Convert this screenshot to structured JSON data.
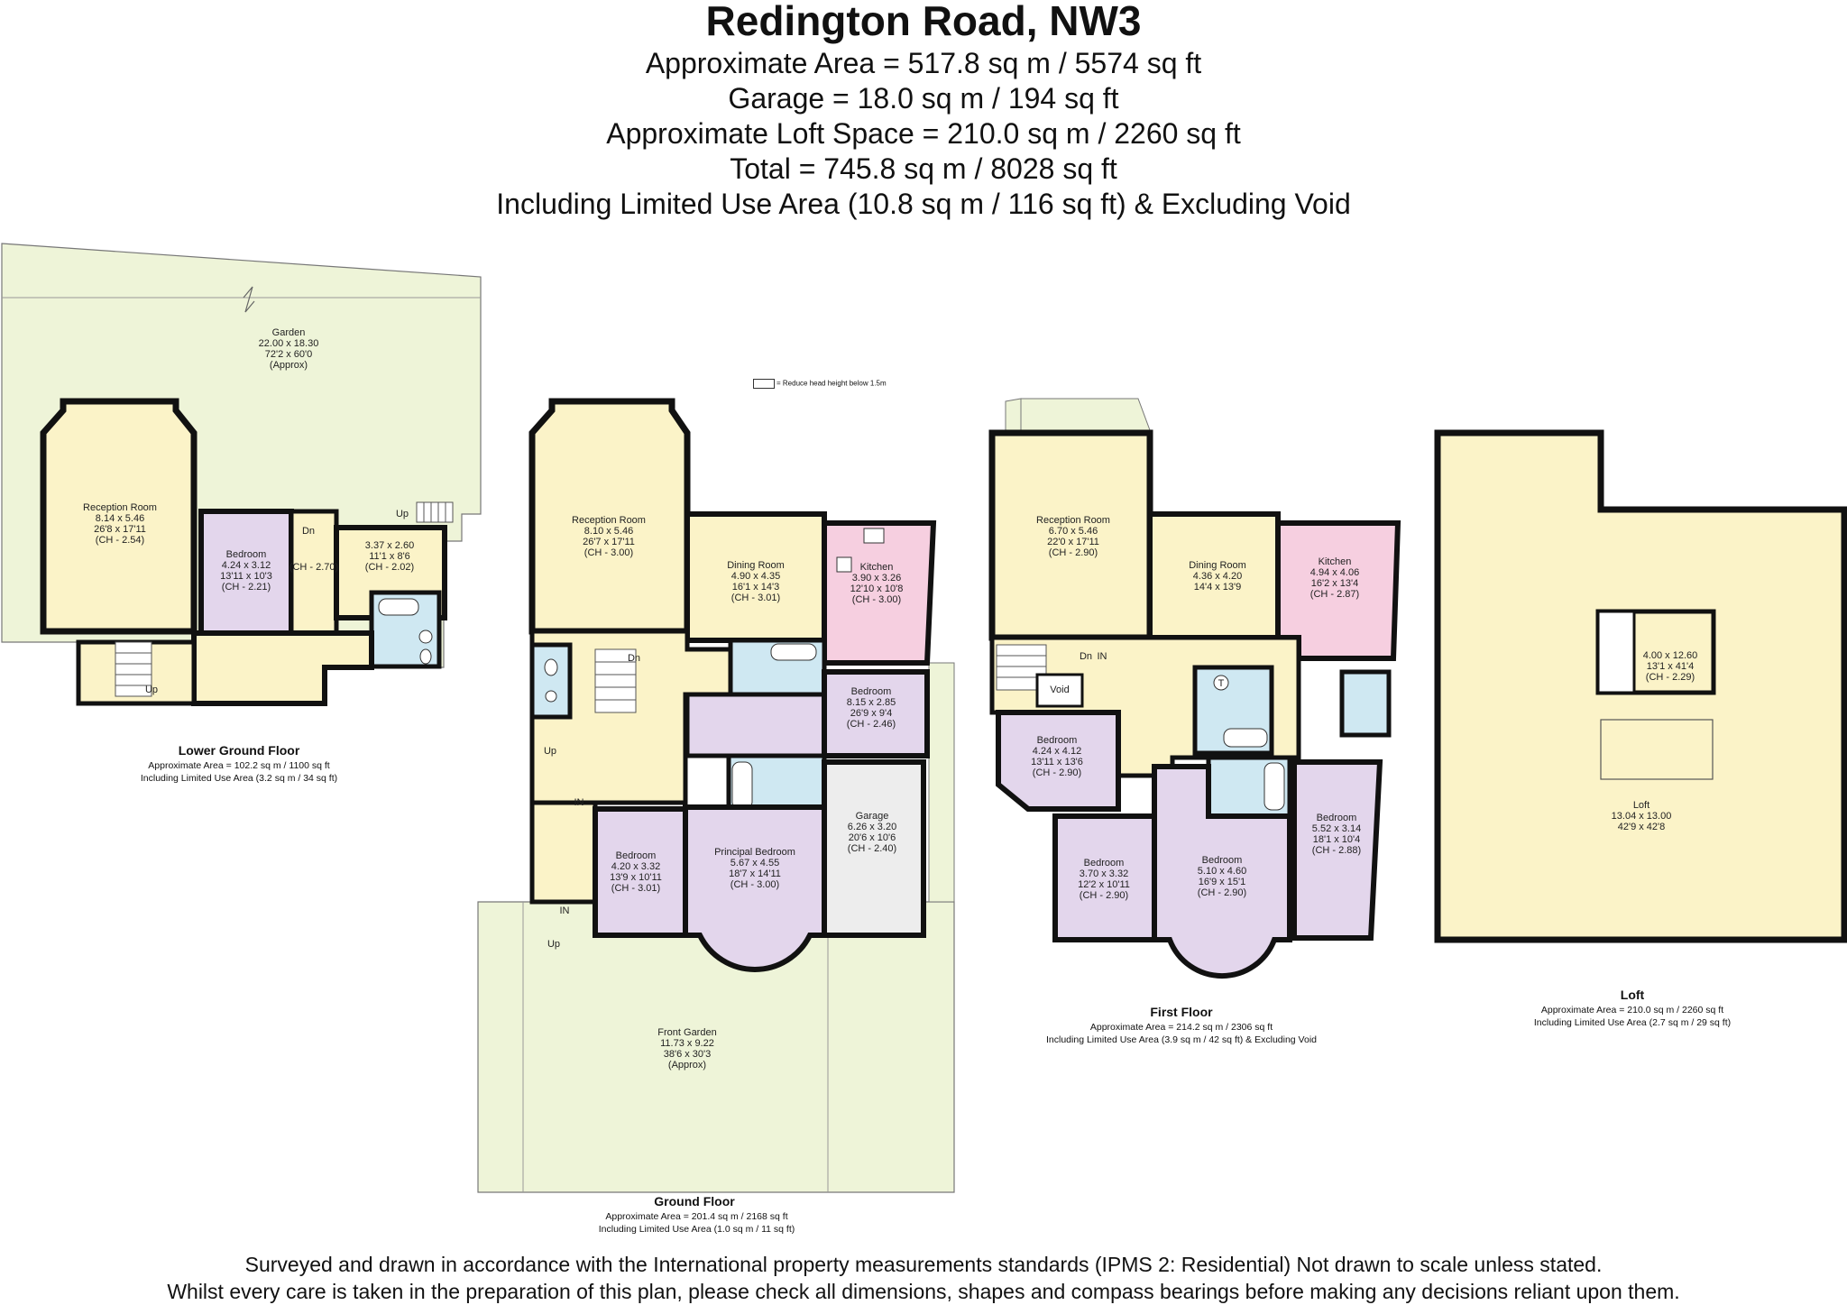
{
  "header": {
    "title": "Redington Road, NW3",
    "lines": [
      "Approximate Area = 517.8 sq m / 5574 sq ft",
      "Garage = 18.0 sq m / 194 sq ft",
      "Approximate Loft Space = 210.0 sq m / 2260 sq ft",
      "Total = 745.8 sq m / 8028 sq ft",
      "Including Limited Use Area (10.8 sq m / 116 sq ft) & Excluding Void"
    ]
  },
  "legend": {
    "text": "= Reduce head height below 1.5m"
  },
  "floors": {
    "lower_ground": {
      "name": "Lower Ground Floor",
      "area": "Approximate Area = 102.2 sq m / 1100 sq ft",
      "limited": "Including Limited Use Area (3.2 sq m / 34 sq ft)"
    },
    "ground": {
      "name": "Ground Floor",
      "area": "Approximate Area = 201.4 sq m / 2168 sq ft",
      "limited": "Including Limited Use Area (1.0 sq m / 11 sq ft)"
    },
    "first": {
      "name": "First Floor",
      "area": "Approximate Area = 214.2 sq m / 2306 sq ft",
      "limited": "Including Limited Use Area (3.9 sq m / 42 sq ft) & Excluding Void"
    },
    "loft": {
      "name": "Loft",
      "area": "Approximate Area = 210.0 sq m / 2260 sq ft",
      "limited": "Including Limited Use Area (2.7 sq m / 29 sq ft)"
    }
  },
  "rooms": {
    "lg_garden": [
      "Garden",
      "22.00 x 18.30",
      "72'2 x 60'0",
      "(Approx)"
    ],
    "lg_reception": [
      "Reception Room",
      "8.14 x 5.46",
      "26'8 x 17'11",
      "(CH - 2.54)"
    ],
    "lg_bedroom": [
      "Bedroom",
      "4.24 x 3.12",
      "13'11 x 10'3",
      "(CH - 2.21)"
    ],
    "lg_ch270": [
      "(CH - 2.70)"
    ],
    "lg_room": [
      "3.37 x 2.60",
      "11'1 x 8'6",
      "(CH - 2.02)"
    ],
    "g_reception": [
      "Reception Room",
      "8.10 x 5.46",
      "26'7 x 17'11",
      "(CH - 3.00)"
    ],
    "g_dining": [
      "Dining Room",
      "4.90 x 4.35",
      "16'1 x 14'3",
      "(CH - 3.01)"
    ],
    "g_kitchen": [
      "Kitchen",
      "3.90 x 3.26",
      "12'10 x 10'8",
      "(CH - 3.00)"
    ],
    "g_bedroom_r": [
      "Bedroom",
      "8.15 x 2.85",
      "26'9 x 9'4",
      "(CH - 2.46)"
    ],
    "g_garage": [
      "Garage",
      "6.26 x 3.20",
      "20'6 x 10'6",
      "(CH - 2.40)"
    ],
    "g_principal": [
      "Principal Bedroom",
      "5.67 x 4.55",
      "18'7 x 14'11",
      "(CH - 3.00)"
    ],
    "g_bedroom_l": [
      "Bedroom",
      "4.20 x 3.32",
      "13'9 x 10'11",
      "(CH - 3.01)"
    ],
    "g_front_garden": [
      "Front Garden",
      "11.73 x 9.22",
      "38'6 x 30'3",
      "(Approx)"
    ],
    "f_reception": [
      "Reception Room",
      "6.70 x 5.46",
      "22'0 x 17'11",
      "(CH - 2.90)"
    ],
    "f_dining": [
      "Dining Room",
      "4.36 x 4.20",
      "14'4 x 13'9"
    ],
    "f_kitchen": [
      "Kitchen",
      "4.94 x 4.06",
      "16'2 x 13'4",
      "(CH - 2.87)"
    ],
    "f_bedroom_a": [
      "Bedroom",
      "4.24 x 4.12",
      "13'11 x 13'6",
      "(CH - 2.90)"
    ],
    "f_bedroom_b": [
      "Bedroom",
      "3.70 x 3.32",
      "12'2 x 10'11",
      "(CH - 2.90)"
    ],
    "f_bedroom_c": [
      "Bedroom",
      "5.10 x 4.60",
      "16'9 x 15'1",
      "(CH - 2.90)"
    ],
    "f_bedroom_d": [
      "Bedroom",
      "5.52 x 3.14",
      "18'1 x 10'4",
      "(CH - 2.88)"
    ],
    "f_void": [
      "Void"
    ],
    "loft_small": [
      "4.00 x 12.60",
      "13'1 x 41'4",
      "(CH - 2.29)"
    ],
    "loft_main": [
      "Loft",
      "13.04 x 13.00",
      "42'9 x 42'8"
    ]
  },
  "markers": {
    "up": "Up",
    "dn": "Dn",
    "in": "IN",
    "t": "T"
  },
  "footer": {
    "line1": "Surveyed and drawn in accordance with the International property measurements standards (IPMS 2: Residential) Not drawn to scale unless stated.",
    "line2": "Whilst every care is taken in the preparation of this plan, please check all dimensions, shapes and compass bearings before making any decisions reliant upon them."
  },
  "colors": {
    "garden": "#eef4d8",
    "reception": "#fbf3c8",
    "bedroom": "#e3d6ec",
    "kitchen": "#f6cfe0",
    "bath": "#cfe8f2",
    "garage": "#ededed",
    "wall": "#111111"
  }
}
